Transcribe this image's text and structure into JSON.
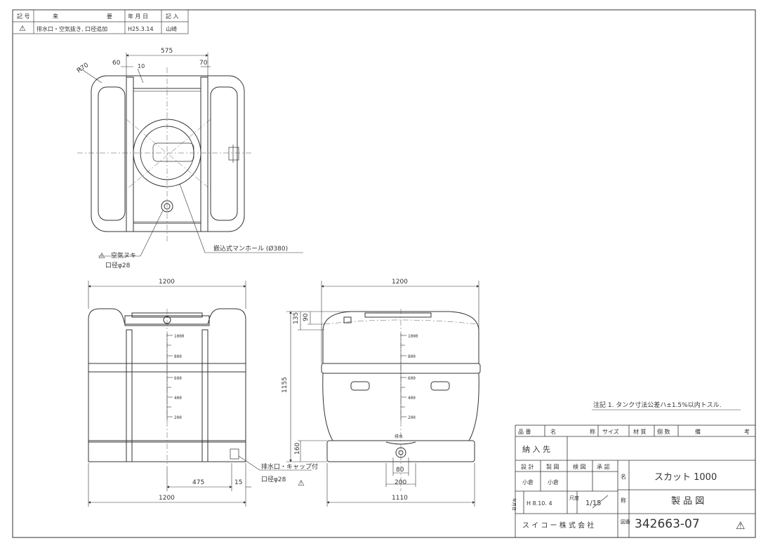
{
  "revision_table": {
    "headers": [
      "記 号",
      "来",
      "要",
      "年 月 日",
      "記 入"
    ],
    "row": {
      "mark": "⚠",
      "content": "排水口・空気抜き, 口径追加",
      "date": "H25.3.14",
      "signer": "山崎"
    }
  },
  "plan_view": {
    "dims": {
      "width": "575",
      "left": "60",
      "right": "70",
      "small": "10",
      "radius": "R70"
    },
    "note_air": "空気ヌキ",
    "note_air_dia": "口径φ28",
    "note_manhole": "嵌込式マンホール (Ø380)"
  },
  "front_view": {
    "width_top": "1200",
    "width_bottom": "1200",
    "dim_475": "475",
    "dim_15": "15",
    "scale_labels": [
      "1000",
      "800",
      "600",
      "400",
      "200"
    ],
    "drain_note": "排水口・キャップ付",
    "drain_dia": "口径φ28"
  },
  "side_view": {
    "width_top": "1200",
    "width_bottom": "1110",
    "height": "1155",
    "dim_135": "135",
    "dim_90": "90",
    "dim_160": "160",
    "dim_80": "80",
    "dim_200": "200",
    "drain_small": "排水",
    "scale_labels": [
      "1000",
      "800",
      "600",
      "400",
      "200"
    ]
  },
  "note": "注記  1. タンク寸法公差ハ±1.5%以内トスル.",
  "title_block": {
    "headers": [
      "品 番",
      "名",
      "称",
      "サイズ",
      "材 質",
      "個 数",
      "備",
      "考"
    ],
    "customer_label": "納 入 先",
    "role_labels": [
      "設 計",
      "製 図",
      "検 図",
      "承 認"
    ],
    "designer": "小倉",
    "drafter": "小倉",
    "date_label": "年月日",
    "date": "H 8.10. 4",
    "scale_label": "尺度",
    "scale": "1/15",
    "name_label": "名",
    "name_label2": "称",
    "product_name": "スカット 1000",
    "drawing_type": "製 品 図",
    "company": "ス イ コ ー 株 式 会 社",
    "number_label": "図番",
    "drawing_number": "342663-07"
  }
}
